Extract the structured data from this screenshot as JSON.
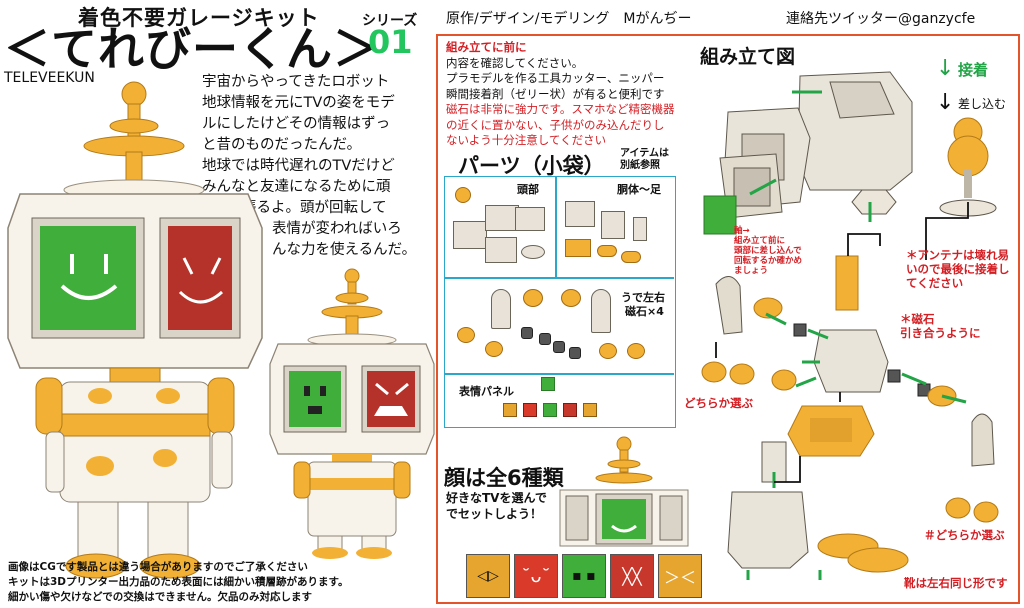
{
  "header": {
    "kicker": "着色不要ガレージキット",
    "title": "＜てれびーくん＞",
    "series_label": "シリーズ",
    "series_number": "01",
    "roman_name": "TELEVEEKUN"
  },
  "story_lines": [
    "宇宙からやってきたロボット",
    "地球情報を元にTVの姿をモデ",
    "ルにしたけどその情報はずっ",
    "と昔のものだったんだ。",
    "地球では時代遅れのTVだけど",
    "みんなと友達になるために頑",
    "張るよ。頭が回転して",
    "表情が変わればいろ",
    "んな力を使えるんだ。"
  ],
  "disclaimer_lines": [
    "画像はCGです製品とは違う場合がありますのでご了承ください",
    "キットは3Dプリンター出力品のため表面には細かい積層跡があります。",
    "細かい傷や欠けなどでの交換はできません。欠品のみ対応します"
  ],
  "credits": {
    "original": "原作/デザイン/モデリング　Mがんぢー",
    "contact": "連絡先ツイッター@ganzycfe"
  },
  "notice": {
    "heading": "組み立てに前に",
    "lines_black": [
      "内容を確認してください。",
      "プラモデルを作る工具カッター、ニッパー",
      "瞬間接着剤（ゼリー状）が有ると便利です"
    ],
    "lines_red": [
      "磁石は非常に強力です。スマホなど精密機器",
      "の近くに置かない、子供がのみ込んだりし",
      "ないよう十分注意してください"
    ]
  },
  "assembly": {
    "title": "組み立て図",
    "legend_glue": "接着",
    "legend_insert": "差し込む",
    "note_axis": [
      "軸→",
      "組み立て前に",
      "頭部に差し込んで",
      "回転するか確かめ",
      "ましょう"
    ],
    "note_antenna": [
      "＊アンテナは壊れ易",
      "いので最後に接着し",
      "てください"
    ],
    "note_magnet": [
      "＊磁石",
      "引き合うように"
    ],
    "note_choose_left": "どちらか選ぶ",
    "note_choose_right": "＃どちらか選ぶ",
    "note_boots": "靴は左右同じ形です"
  },
  "parts": {
    "title": "パーツ（小袋）",
    "note": [
      "アイテムは",
      "別紙参照"
    ],
    "head_label": "頭部",
    "body_label": "胴体〜足",
    "arm_label": [
      "うで左右",
      "磁石×4"
    ],
    "panel_label": "表情パネル"
  },
  "faces": {
    "title": "顔は全6種類",
    "subtitle": [
      "好きなTVを選んで",
      "でセットしよう！"
    ],
    "colors": [
      "#e6a52e",
      "#d93a2a",
      "#3fae3a",
      "#c8372c",
      "#e6a52e"
    ]
  }
}
